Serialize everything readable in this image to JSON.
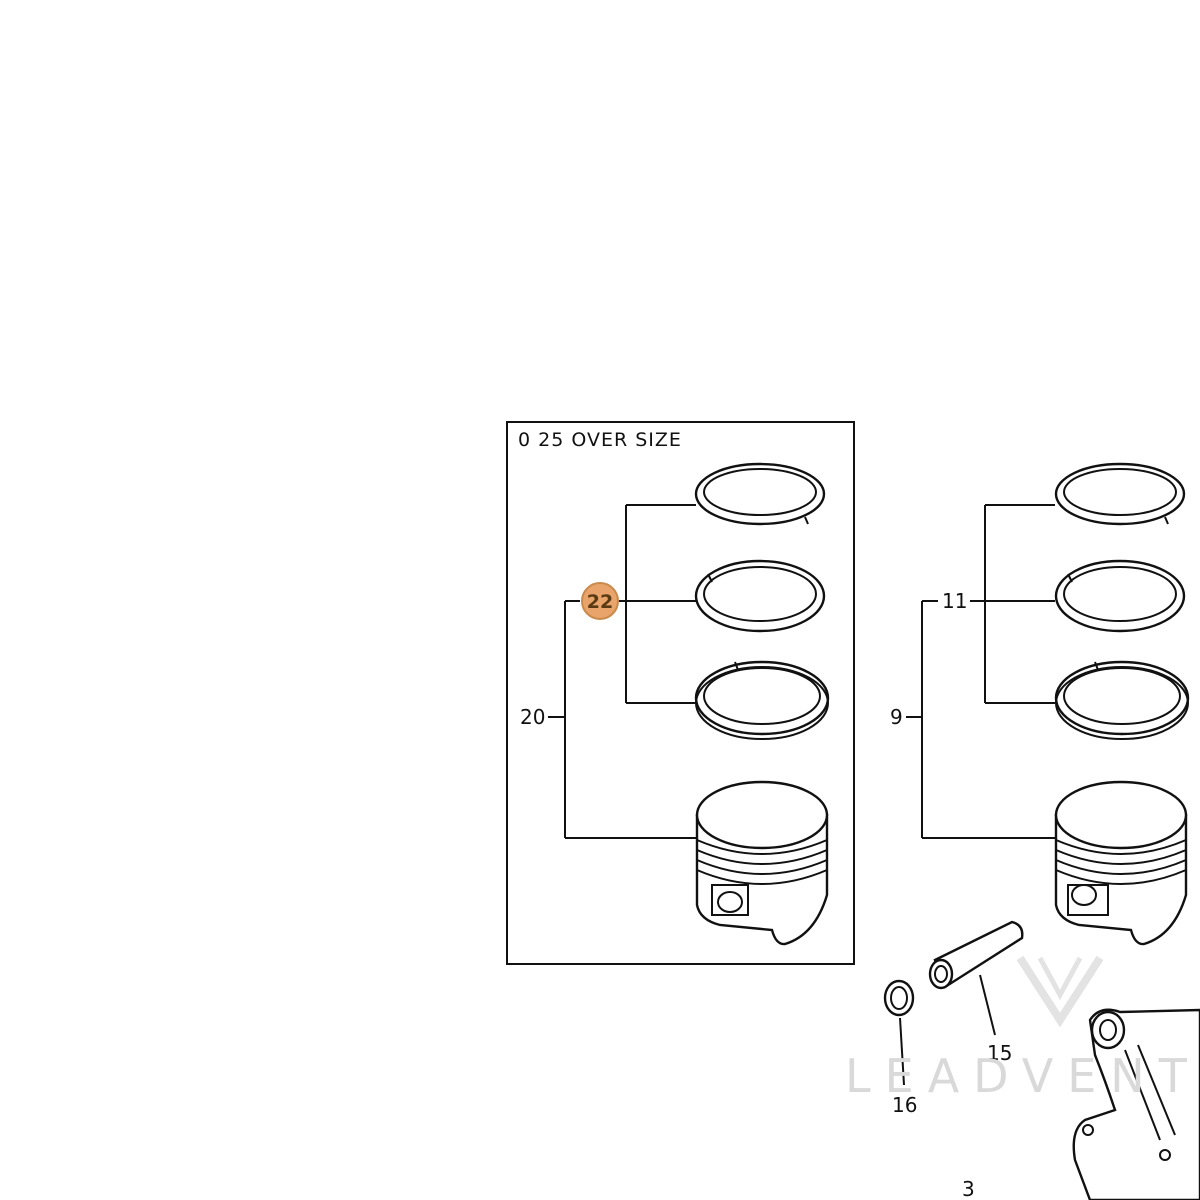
{
  "oversize_box": {
    "title": "0 25 OVER SIZE"
  },
  "callouts": {
    "piston_assy_oversize": "20",
    "ring_set_oversize": "22",
    "piston_assy_std": "9",
    "ring_set_std": "11",
    "piston_pin": "15",
    "circlip": "16",
    "con_rod": "3"
  },
  "highlight": {
    "callout": "22",
    "color": "#e8a46a",
    "border": "#c98a4b"
  },
  "watermark": {
    "text": "LEADVENTU"
  }
}
